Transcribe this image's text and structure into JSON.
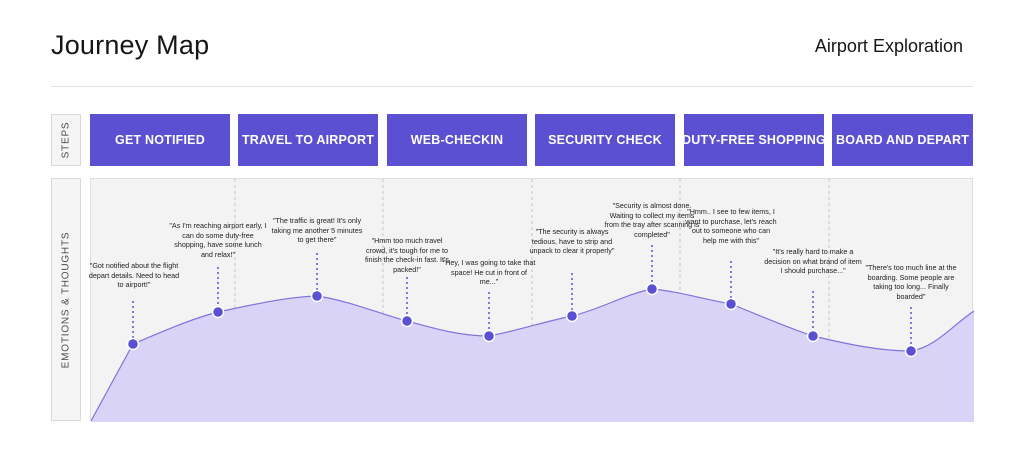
{
  "header": {
    "title": "Journey Map",
    "subtitle": "Airport Exploration"
  },
  "rows": {
    "steps_label": "Steps",
    "emotions_label": "Emotions & Thoughts"
  },
  "colors": {
    "accent": "#5b4fd2",
    "fill": "#d8d3f7",
    "line": "#7e74dc"
  },
  "steps": [
    {
      "label": "GET NOTIFIED"
    },
    {
      "label": "TRAVEL TO AIRPORT"
    },
    {
      "label": "WEB-CHECKIN"
    },
    {
      "label": "SECURITY CHECK"
    },
    {
      "label": "DUTY-FREE SHOPPING"
    },
    {
      "label": "BOARD AND DEPART"
    }
  ],
  "thoughts": [
    {
      "text": "\"Got notified about the flight depart details. Need to head to airport!\""
    },
    {
      "text": "\"As I'm reaching airport early, I can do some duty-free shopping, have some lunch and relax!\""
    },
    {
      "text": "\"The traffic is great! It's only taking me another 5 minutes to get there\""
    },
    {
      "text": "\"Hmm too much travel crowd, it's tough for me to finish the check-in fast. It's packed!\""
    },
    {
      "text": "\"Hey, I was going to take that space! He cut in front of me...\""
    },
    {
      "text": "\"The security is always tedious, have to strip and unpack to clear it properly\""
    },
    {
      "text": "\"Security is almost done. Waiting to collect my items from the tray after scanning is completed\""
    },
    {
      "text": "\"Hmm.. I see to few items, I want to purchase, let's reach out to someone who can help me with this\""
    },
    {
      "text": "\"It's really hard to make a decision on what brand of item I should purchase...\""
    },
    {
      "text": "\"There's too much line at the boarding. Some people are taking too long... Finally boarded\""
    }
  ]
}
